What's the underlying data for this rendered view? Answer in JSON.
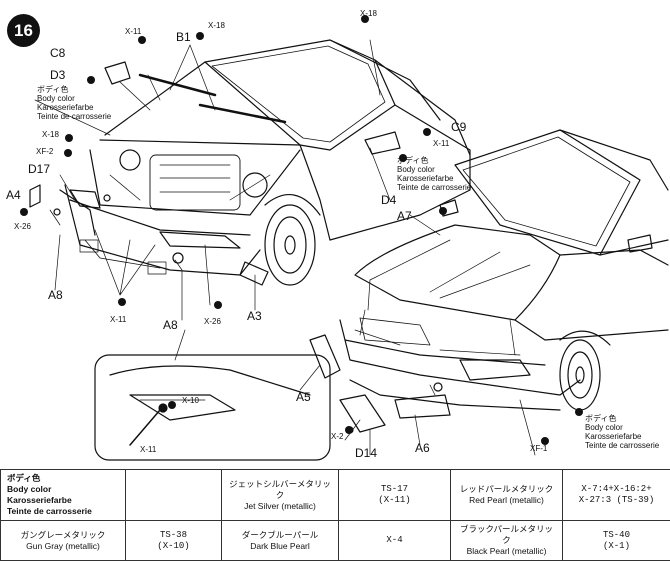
{
  "step_number": "16",
  "parts": {
    "c8": "C8",
    "b1": "B1",
    "d3": "D3",
    "x18_top": "X-18",
    "x18_right": "X-18",
    "x11_top": "X-11",
    "x18_left": "X-18",
    "xf2": "XF-2",
    "d17": "D17",
    "a4": "A4",
    "x26_left": "X-26",
    "a8_left": "A8",
    "x11_bottom": "X-11",
    "a8_mid": "A8",
    "x26_mid": "X-26",
    "a3": "A3",
    "c9": "C9",
    "x11_right": "X-11",
    "d4": "D4",
    "a7": "A7",
    "a5": "A5",
    "x2": "X-2",
    "d14": "D14",
    "a6": "A6",
    "xf1": "XF-1",
    "x10": "X-10",
    "x11_inset": "X-11"
  },
  "body_color_note_left": {
    "jp": "ボディ色",
    "en": "Body color",
    "de": "Karosseriefarbe",
    "fr": "Teinte de carrosserie"
  },
  "body_color_note_mid": {
    "jp": "ボディ色",
    "en": "Body color",
    "de": "Karosseriefarbe",
    "fr": "Teinte de carrosserie"
  },
  "body_color_note_right": {
    "jp": "ボディ色",
    "en": "Body color",
    "de": "Karosseriefarbe",
    "fr": "Teinte de carrosserie"
  },
  "color_table": {
    "header": {
      "jp": "ボディ色",
      "en": "Body color",
      "de": "Karosseriefarbe",
      "fr": "Teinte de carrosserie"
    },
    "rows": [
      [
        {
          "jp": "ジェットシルバーメタリック",
          "en": "Jet Silver (metallic)",
          "code": "TS-17",
          "code2": "(X-11)"
        },
        {
          "jp": "レッドパールメタリック",
          "en": "Red Pearl (metallic)",
          "code": "X-7:4+X-16:2+",
          "code2": "X-27:3 (TS-39)"
        }
      ],
      [
        {
          "jp": "ガングレーメタリック",
          "en": "Gun Gray (metallic)",
          "code": "TS-38",
          "code2": "(X-10)"
        },
        {
          "jp": "ダークブルーパール",
          "en": "Dark Blue Pearl",
          "code": "X-4",
          "code2": ""
        },
        {
          "jp": "ブラックパールメタリック",
          "en": "Black Pearl (metallic)",
          "code": "TS-40",
          "code2": "(X-1)"
        }
      ]
    ]
  }
}
